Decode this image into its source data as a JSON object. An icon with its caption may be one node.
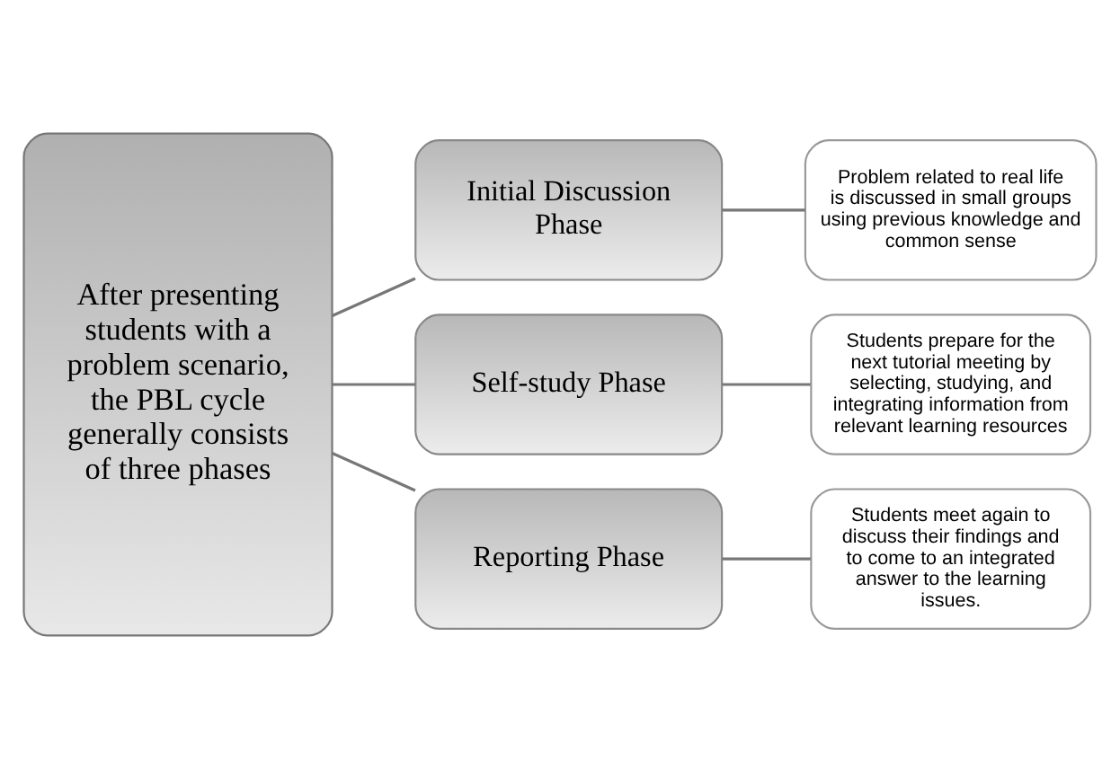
{
  "diagram": {
    "nodes": [
      {
        "text": [
          "After presenting students with a problem scenario, the PBL cycle generally consists of three phases"
        ]
      },
      {
        "text": [
          "Initial Discussion Phase"
        ]
      },
      {
        "text": [
          "Self-study Phase"
        ]
      },
      {
        "text": [
          "Reporting Phase"
        ]
      },
      {
        "text": [
          "Problem related to real life is discussed in small groups using previous knowledge and common sense"
        ]
      },
      {
        "text": [
          "Students prepare for the next tutorial meeting by selecting, studying, and integrating information from relevant learning resources"
        ]
      },
      {
        "text": [
          "Students meet again to discuss their findings and to come to an integrated answer to the learning issues."
        ]
      }
    ],
    "edges": [
      {
        "from": 0,
        "to": 1,
        "arrow": "none"
      },
      {
        "from": 0,
        "to": 2,
        "arrow": "none"
      },
      {
        "from": 0,
        "to": 3,
        "arrow": "none"
      },
      {
        "from": 1,
        "to": 4,
        "arrow": "none"
      },
      {
        "from": 2,
        "to": 5,
        "arrow": "none"
      },
      {
        "from": 3,
        "to": 6,
        "arrow": "none"
      }
    ]
  }
}
